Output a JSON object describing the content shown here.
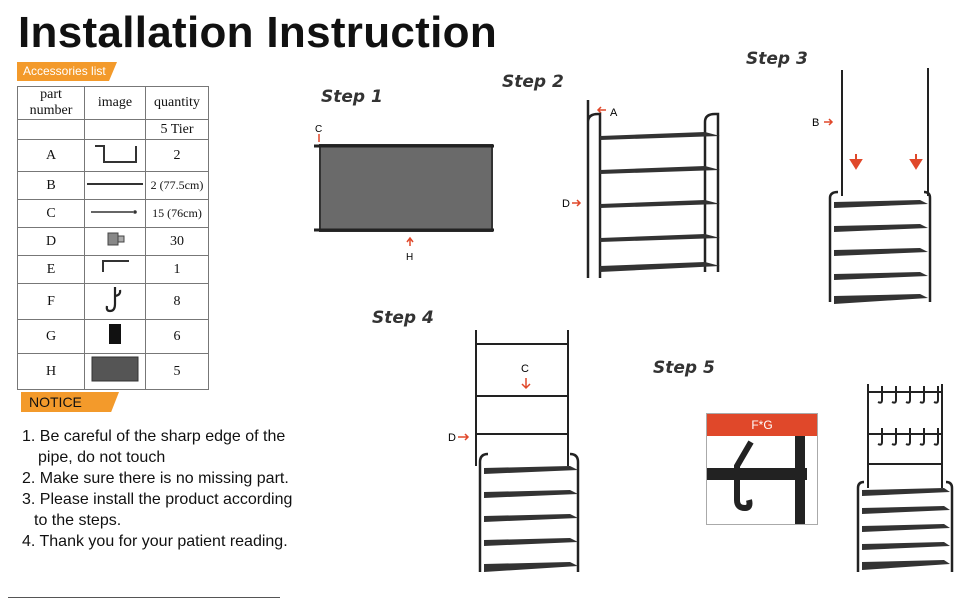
{
  "title": "Installation Instruction",
  "accessories_tag": "Accessories list",
  "table": {
    "headers": [
      "part number",
      "image",
      "quantity"
    ],
    "subheader": "5 Tier",
    "rows": [
      {
        "part": "A",
        "qty": "2",
        "icon": "frame-a-icon"
      },
      {
        "part": "B",
        "qty": "2 (77.5cm)",
        "icon": "long-pipe-icon"
      },
      {
        "part": "C",
        "qty": "15 (76cm)",
        "icon": "short-pipe-icon"
      },
      {
        "part": "D",
        "qty": "30",
        "icon": "connector-icon"
      },
      {
        "part": "E",
        "qty": "1",
        "icon": "hex-key-icon"
      },
      {
        "part": "F",
        "qty": "8",
        "icon": "hook-icon"
      },
      {
        "part": "G",
        "qty": "6",
        "icon": "foot-cap-icon"
      },
      {
        "part": "H",
        "qty": "5",
        "icon": "shelf-fabric-icon"
      }
    ]
  },
  "notice_tag": "NOTICE",
  "notice": [
    "1. Be careful of the sharp edge of the",
    "pipe, do not touch",
    "2. Make sure there is no missing part.",
    "3. Please install the product according",
    "to the steps.",
    "4. Thank you for your patient reading."
  ],
  "steps": {
    "s1": "Step 1",
    "s2": "Step 2",
    "s3": "Step 3",
    "s4": "Step 4",
    "s5": "Step 5"
  },
  "labels": {
    "a": "A",
    "b": "B",
    "c": "C",
    "d": "D",
    "h": "H",
    "fg": "F*G"
  },
  "colors": {
    "accent": "#f39a2b",
    "arrow": "#e0482a",
    "frame": "#222222",
    "shelf": "#3a3a3a"
  }
}
